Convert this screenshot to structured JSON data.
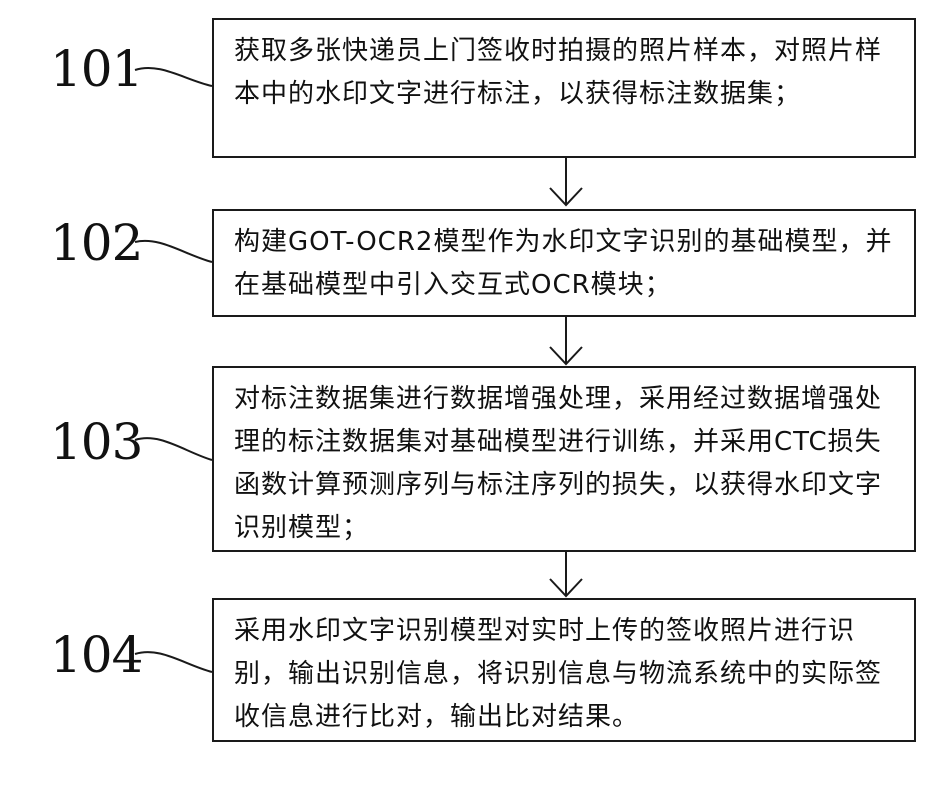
{
  "steps": [
    {
      "id": "101",
      "text": "获取多张快递员上门签收时拍摄的照片样本，对照片样本中的水印文字进行标注，以获得标注数据集；"
    },
    {
      "id": "102",
      "text": "构建GOT-OCR2模型作为水印文字识别的基础模型，并在基础模型中引入交互式OCR模块；"
    },
    {
      "id": "103",
      "text": "对标注数据集进行数据增强处理，采用经过数据增强处理的标注数据集对基础模型进行训练，并采用CTC损失函数计算预测序列与标注序列的损失，以获得水印文字识别模型；"
    },
    {
      "id": "104",
      "text": "采用水印文字识别模型对实时上传的签收照片进行识别，输出识别信息，将识别信息与物流系统中的实际签收信息进行比对，输出比对结果。"
    }
  ]
}
